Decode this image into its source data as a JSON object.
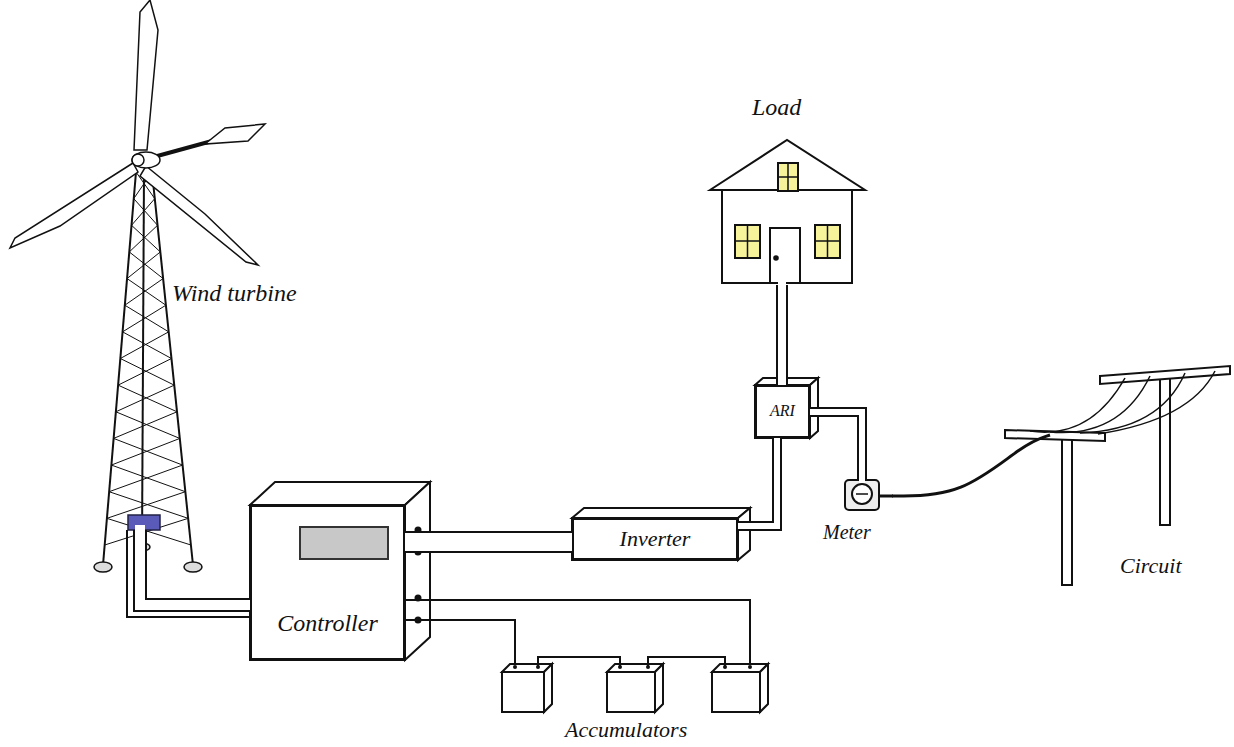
{
  "diagram": {
    "nodes": [
      {
        "text": [
          "Wind turbine"
        ]
      },
      {
        "text": [
          "Controller"
        ]
      },
      {
        "text": [
          "Inverter"
        ]
      },
      {
        "text": [
          "ARI"
        ]
      },
      {
        "text": [
          "Load"
        ]
      },
      {
        "text": [
          "Meter"
        ]
      },
      {
        "text": [
          "Circuit"
        ]
      },
      {
        "text": [
          "Accumulators"
        ]
      }
    ],
    "edges": [
      {
        "from": 0,
        "to": 1,
        "arrow": "none"
      },
      {
        "from": 1,
        "to": 2,
        "arrow": "none"
      },
      {
        "from": 2,
        "to": 3,
        "arrow": "none"
      },
      {
        "from": 3,
        "to": 4,
        "arrow": "none"
      },
      {
        "from": 3,
        "to": 5,
        "arrow": "none"
      },
      {
        "from": 5,
        "to": 6,
        "arrow": "none"
      },
      {
        "from": 1,
        "to": 7,
        "arrow": "none"
      }
    ]
  }
}
